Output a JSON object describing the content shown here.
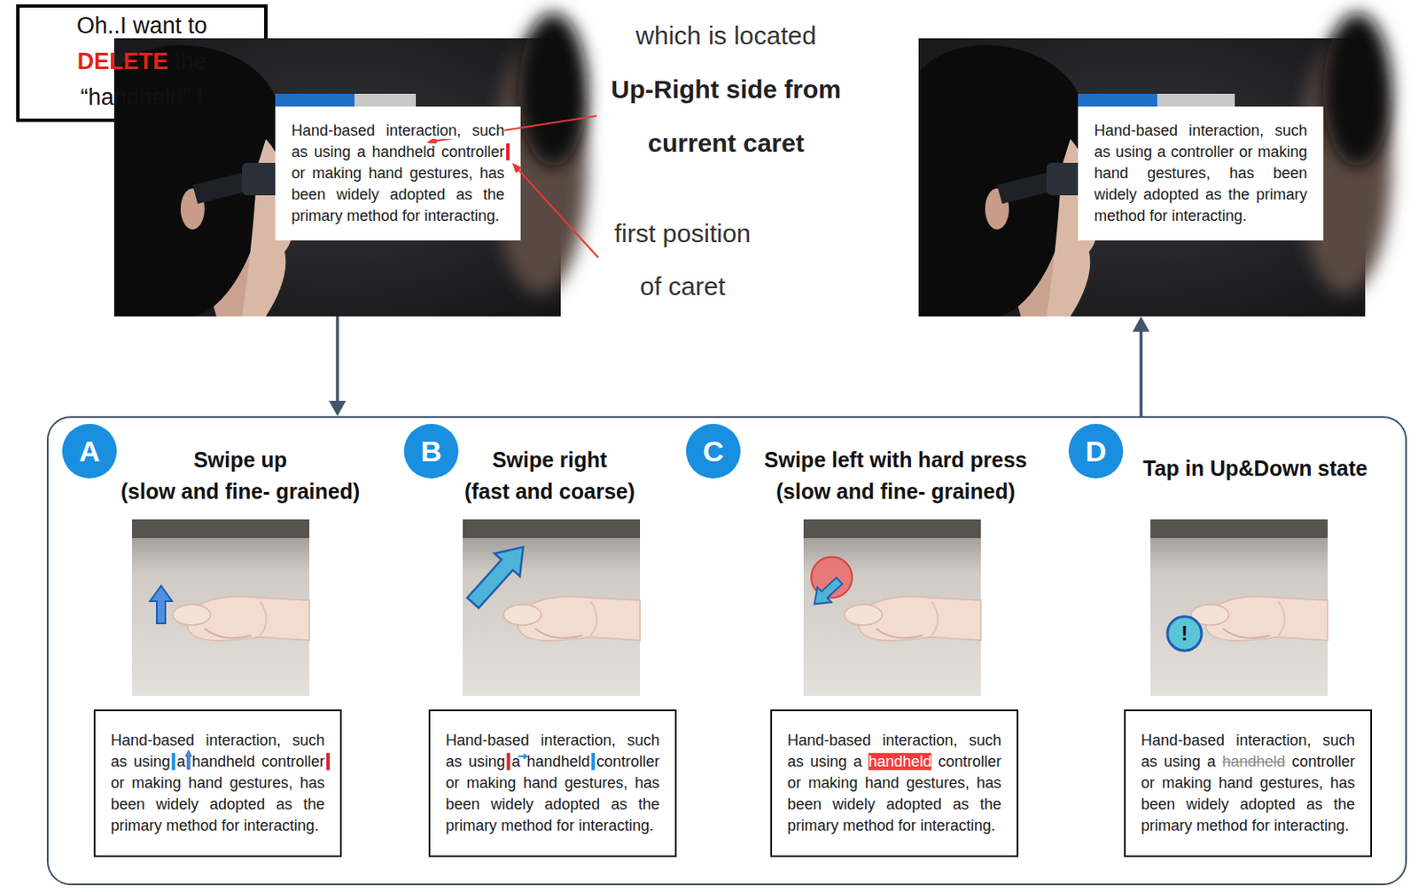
{
  "diagram": {
    "nodes": [
      {
        "text": [
          "Oh..I want to",
          "DELETE",
          "the",
          "“handheld” !"
        ]
      },
      {
        "text": [
          "Hand-based interaction, such as using a handheld controller or making hand gestures, has been widely adopted as the primary method for interacting."
        ]
      },
      {
        "text": [
          "Hand-based interaction, such as using a controller or making hand gestures, has been widely adopted as the primary method for interacting."
        ]
      },
      {
        "text": []
      },
      {
        "text": [
          "A"
        ],
        "in": 3
      },
      {
        "text": [
          "Hand-based interaction, such as using a handheld controller or making hand gestures, has been widely adopted as the primary method for interacting."
        ],
        "in": 3
      },
      {
        "text": [
          "B"
        ],
        "in": 3
      },
      {
        "text": [
          "Hand-based interaction, such as using a handheld controller or making hand gestures, has been widely adopted as the primary method for interacting."
        ],
        "in": 3
      },
      {
        "text": [
          "C"
        ],
        "in": 3
      },
      {
        "text": [
          "Hand-based interaction, such as using a handheld controller or making hand gestures, has been widely adopted as the primary method for interacting."
        ],
        "in": 3
      },
      {
        "text": [
          "D"
        ],
        "in": 3
      },
      {
        "text": [
          "Hand-based interaction, such as using a handheld controller or making hand gestures, has been widely adopted as the primary method for interacting."
        ],
        "in": 3
      }
    ],
    "edges": [
      {
        "from": 1,
        "to": 3,
        "arrow": "to"
      },
      {
        "from": 3,
        "to": 2,
        "arrow": "to"
      }
    ],
    "labels": [
      "which is located",
      "Up-Right side from current caret",
      "first position of caret",
      "Swipe up",
      "(slow and fine- grained)",
      "Swipe right",
      "(fast and coarse)",
      "Swipe left with hard press",
      "(slow and fine- grained)",
      "Tap in Up&Down state",
      "!"
    ]
  }
}
